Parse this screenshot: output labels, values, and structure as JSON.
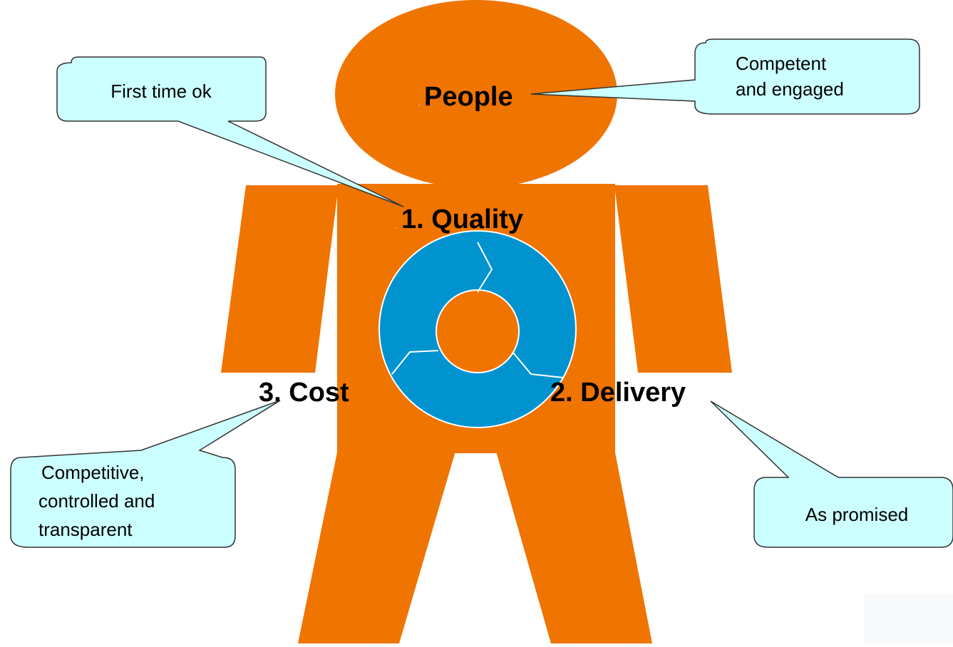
{
  "colors": {
    "figure": "#F07400",
    "cycle": "#0093CF",
    "callout_fill": "#CCFFFF",
    "callout_stroke": "#333333",
    "text": "#000000"
  },
  "figure": {
    "head_label": "People",
    "quality_label": "1. Quality",
    "delivery_label": "2. Delivery",
    "cost_label": "3. Cost"
  },
  "callouts": {
    "quality": {
      "lines": [
        "First time ok"
      ]
    },
    "people": {
      "lines": [
        "Competent",
        "and engaged"
      ]
    },
    "cost": {
      "lines": [
        "Competitive,",
        "controlled and",
        "transparent"
      ]
    },
    "delivery": {
      "lines": [
        "As promised"
      ]
    }
  },
  "dot_glyph": "."
}
